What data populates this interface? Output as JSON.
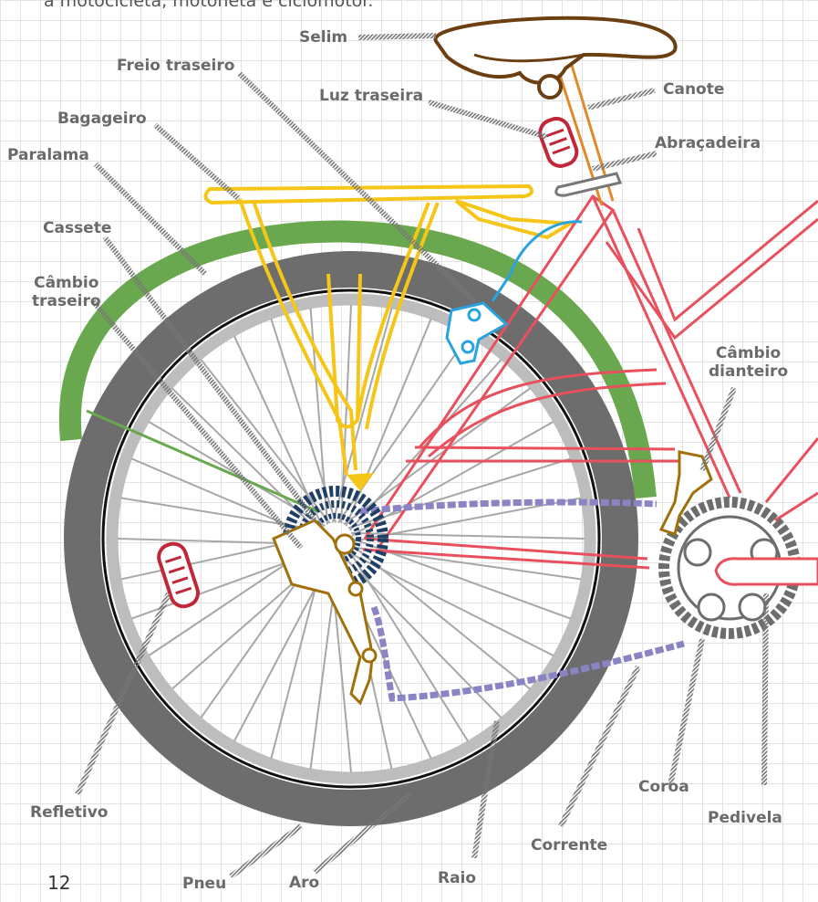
{
  "intro_text": "a motocicleta, motoneta e ciclomotor.",
  "page_number": "12",
  "labels": {
    "selim": "Selim",
    "freio_traseiro": "Freio traseiro",
    "luz_traseira": "Luz traseira",
    "canote": "Canote",
    "bagageiro": "Bagageiro",
    "abracadeira": "Abraçadeira",
    "paralama": "Paralama",
    "cassete": "Cassete",
    "cambio_traseiro": "Câmbio\ntraseiro",
    "cambio_dianteiro": "Câmbio\ndianteiro",
    "refletivo": "Refletivo",
    "coroa": "Coroa",
    "pedivela": "Pedivela",
    "corrente": "Corrente",
    "pneu": "Pneu",
    "aro": "Aro",
    "raio": "Raio"
  },
  "colors": {
    "frame": "#e8505e",
    "rack": "#f5c518",
    "fender": "#6aa84f",
    "brake": "#29a3e0",
    "saddle": "#6b3f12",
    "seatpost": "#e08a2a",
    "tail_light": "#c0283a",
    "tire": "#6d6d6d",
    "rim": "#bdbdbd",
    "spokes": "#a7a7a7",
    "chain": "#8b84c4",
    "cassette": "#1f3f66",
    "derailleur": "#a0700a",
    "leader": "#777777"
  }
}
